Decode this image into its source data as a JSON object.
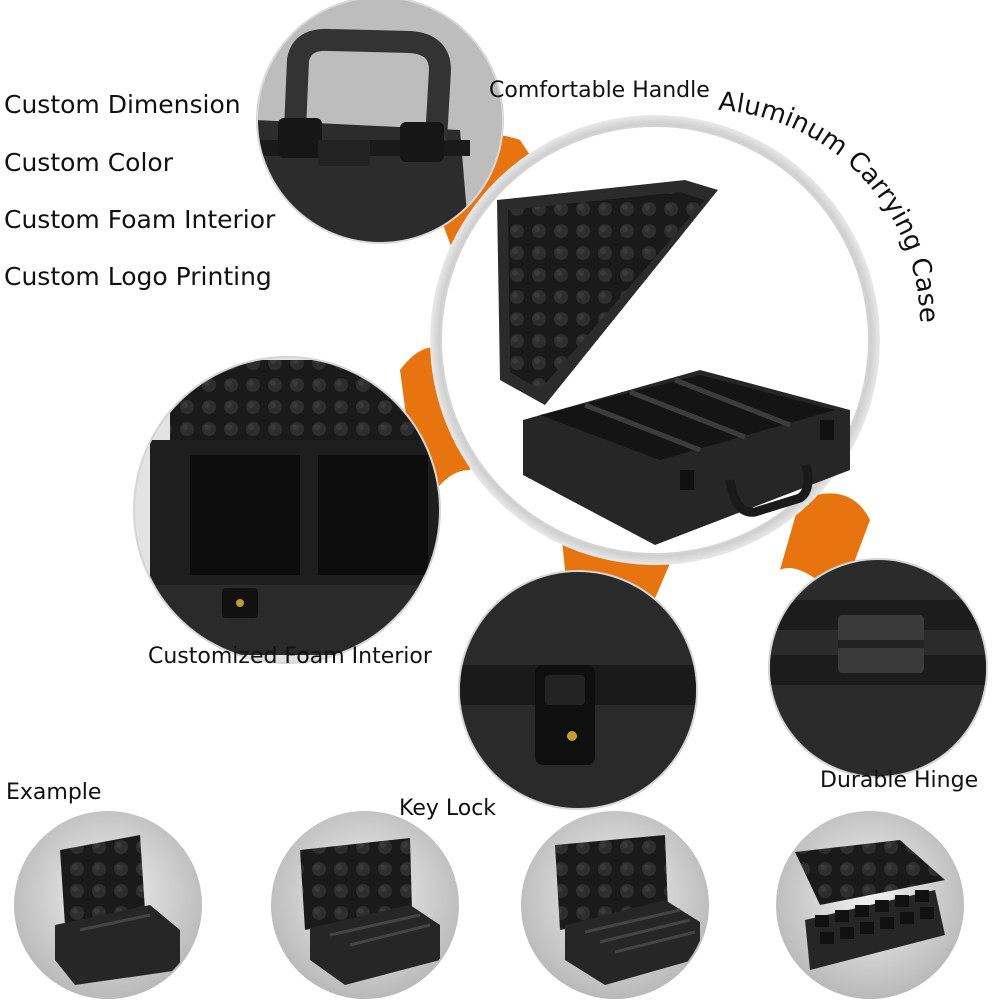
{
  "features": [
    "Custom Dimension",
    "Custom Color",
    "Custom Foam Interior",
    "Custom Logo Printing"
  ],
  "title": "Aluminum Carrying Case",
  "callouts": {
    "handle": "Comfortable Handle",
    "foam": "Customized Foam Interior",
    "lock": "Key Lock",
    "hinge": "Durable Hinge",
    "example": "Example"
  },
  "colors": {
    "accent": "#e8740f",
    "case_body": "#2a2a2a",
    "ring": "#d8d8d8"
  }
}
